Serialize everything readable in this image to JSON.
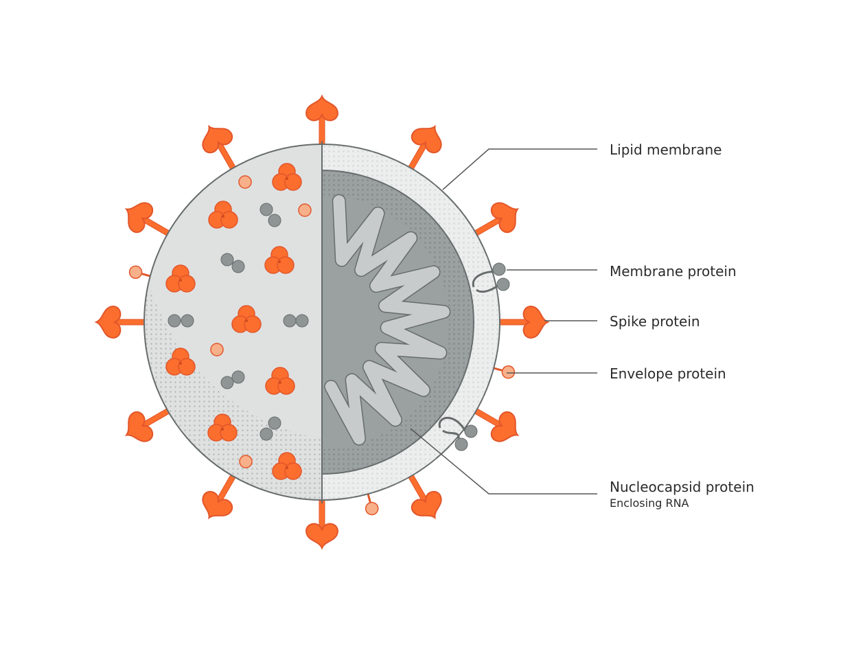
{
  "labels": {
    "lipid_membrane": "Lipid membrane",
    "membrane_protein": "Membrane protein",
    "spike_protein": "Spike protein",
    "envelope_protein": "Envelope protein",
    "nucleocapsid_protein": "Nucleocapsid protein",
    "nucleocapsid_sub": "Enclosing RNA"
  },
  "colors": {
    "spike": "#fb6e2e",
    "spike_outline": "#e2562a",
    "envelope": "#f7b08a",
    "membrane_dark": "#8e9594",
    "surface_light": "#dfe1e1",
    "interior": "#9aa1a0",
    "outline": "#666b6b",
    "leader_line": "#555555"
  }
}
